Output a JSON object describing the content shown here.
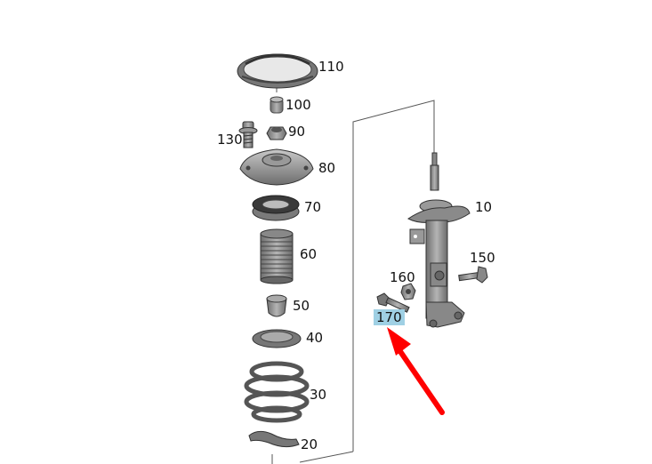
{
  "diagram": {
    "type": "exploded-parts-diagram",
    "subject": "front suspension strut assembly",
    "highlight_color": "#9fd0e4",
    "arrow_color": "#ff0000",
    "line_color": "#555555",
    "part_color": "#8a8a8a"
  },
  "callouts": [
    {
      "id": "110",
      "label": "110"
    },
    {
      "id": "100",
      "label": "100"
    },
    {
      "id": "90",
      "label": "90"
    },
    {
      "id": "130",
      "label": "130"
    },
    {
      "id": "80",
      "label": "80"
    },
    {
      "id": "70",
      "label": "70"
    },
    {
      "id": "60",
      "label": "60"
    },
    {
      "id": "50",
      "label": "50"
    },
    {
      "id": "40",
      "label": "40"
    },
    {
      "id": "30",
      "label": "30"
    },
    {
      "id": "20",
      "label": "20"
    },
    {
      "id": "10",
      "label": "10"
    },
    {
      "id": "150",
      "label": "150"
    },
    {
      "id": "160",
      "label": "160"
    },
    {
      "id": "170",
      "label": "170",
      "highlighted": true
    }
  ]
}
